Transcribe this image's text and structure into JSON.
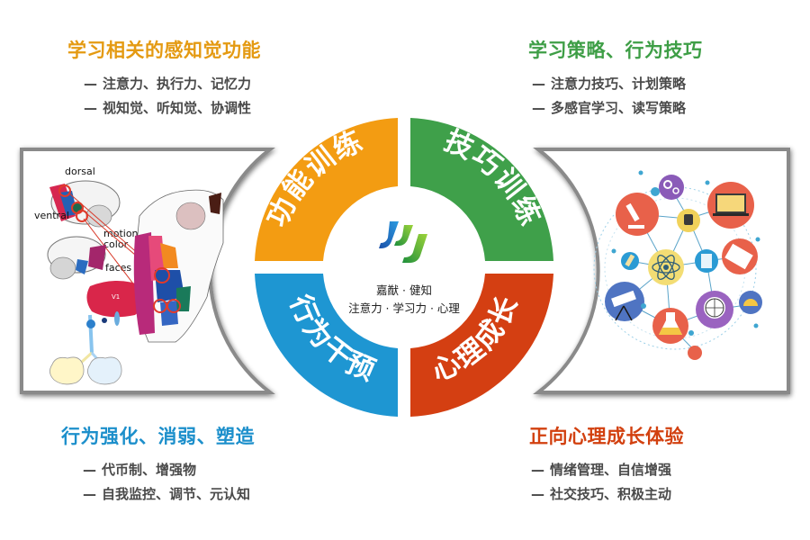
{
  "colors": {
    "orange": "#F39C12",
    "green": "#3FA04A",
    "blue": "#1E96D2",
    "red": "#D43F12",
    "title_orange": "#E49A12",
    "title_green": "#3E9E46",
    "title_blue": "#1C8FCB",
    "title_red": "#D2400F",
    "text_gray": "#4a4a4a"
  },
  "quadrants": [
    {
      "label": "功能训练",
      "position": "top-left",
      "color": "#F39C12"
    },
    {
      "label": "技巧训练",
      "position": "top-right",
      "color": "#3FA04A"
    },
    {
      "label": "行为干预",
      "position": "bottom-left",
      "color": "#1E96D2"
    },
    {
      "label": "心理成长",
      "position": "bottom-right",
      "color": "#D43F12"
    }
  ],
  "center": {
    "logo": "jy-logo-icon",
    "brand": "嘉猷 · 健知",
    "tagline": "注意力 · 学习力 · 心理"
  },
  "sections": {
    "top_left": {
      "title": "学习相关的感知觉功能",
      "items": [
        "注意力、执行力、记忆力",
        "视知觉、听知觉、协调性"
      ]
    },
    "top_right": {
      "title": "学习策略、行为技巧",
      "items": [
        "注意力技巧、计划策略",
        "多感官学习、读写策略"
      ]
    },
    "bottom_left": {
      "title": "行为强化、消弱、塑造",
      "items": [
        "代币制、增强物",
        "自我监控、调节、元认知"
      ]
    },
    "bottom_right": {
      "title": "正向心理成长体验",
      "items": [
        "情绪管理、自信增强",
        "社交技巧、积极主动"
      ]
    }
  },
  "dash": "—",
  "left_panel": {
    "image": "brain-visual-pathways-diagram",
    "labels": [
      "dorsal",
      "ventral",
      "motion",
      "color",
      "faces",
      "V1"
    ]
  },
  "right_panel": {
    "image": "education-network-icons-illustration"
  }
}
